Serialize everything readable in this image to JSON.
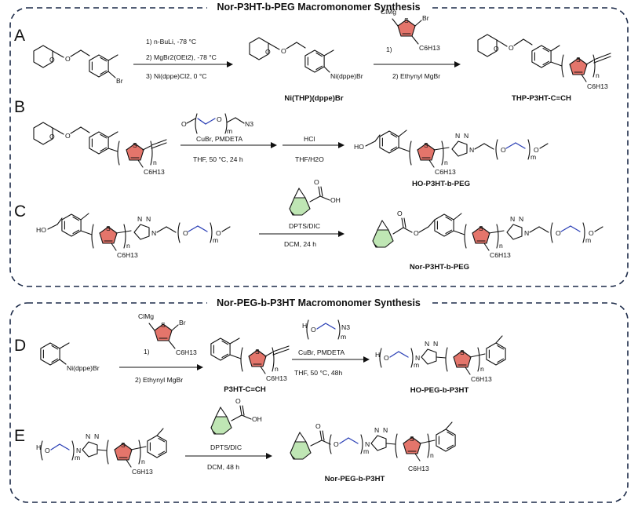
{
  "sections": [
    {
      "title": "Nor-P3HT-b-PEG Macromonomer Synthesis"
    },
    {
      "title": "Nor-PEG-b-P3HT Macromonomer Synthesis"
    }
  ],
  "rows": {
    "A": {
      "letter": "A",
      "conditions1": [
        "1) n-BuLi, -78 °C",
        "2) MgBr2(OEt2), -78 °C",
        "3) Ni(dppe)Cl2, 0 °C"
      ],
      "intermediate_label": "Ni(THP)(dppe)Br",
      "conditions2": [
        "1)",
        "2) Ethynyl MgBr"
      ],
      "product_label": "THP-P3HT-C≡CH"
    },
    "B": {
      "letter": "B",
      "conditions1": [
        "CuBr, PMDETA",
        "THF, 50 °C, 24 h"
      ],
      "conditions2": [
        "HCl",
        "THF/H2O"
      ],
      "product_label": "HO-P3HT-b-PEG"
    },
    "C": {
      "letter": "C",
      "conditions1": [
        "DPTS/DIC",
        "DCM, 24 h"
      ],
      "product_label": "Nor-P3HT-b-PEG"
    },
    "D": {
      "letter": "D",
      "conditions1": [
        "1)",
        "2) Ethynyl MgBr"
      ],
      "intermediate_label": "P3HT-C≡CH",
      "conditions2": [
        "CuBr, PMDETA",
        "THF, 50 °C, 48h"
      ],
      "product_label": "HO-PEG-b-P3HT"
    },
    "E": {
      "letter": "E",
      "conditions1": [
        "DPTS/DIC",
        "DCM, 48 h"
      ],
      "product_label": "Nor-PEG-b-P3HT"
    }
  },
  "atoms": {
    "Br": "Br",
    "ClMg": "ClMg",
    "S": "S",
    "C6H13": "C6H13",
    "n": "n",
    "m": "m",
    "O": "O",
    "N3": "N3",
    "HO": "HO",
    "OH": "OH",
    "H": "H",
    "N": "N",
    "NiBr": "Ni(dppe)Br"
  },
  "colors": {
    "thiophene": "#e4756b",
    "norbornene": "#bfe6b4",
    "peg": "#2a3fb5",
    "frame": "#1c2a48"
  }
}
